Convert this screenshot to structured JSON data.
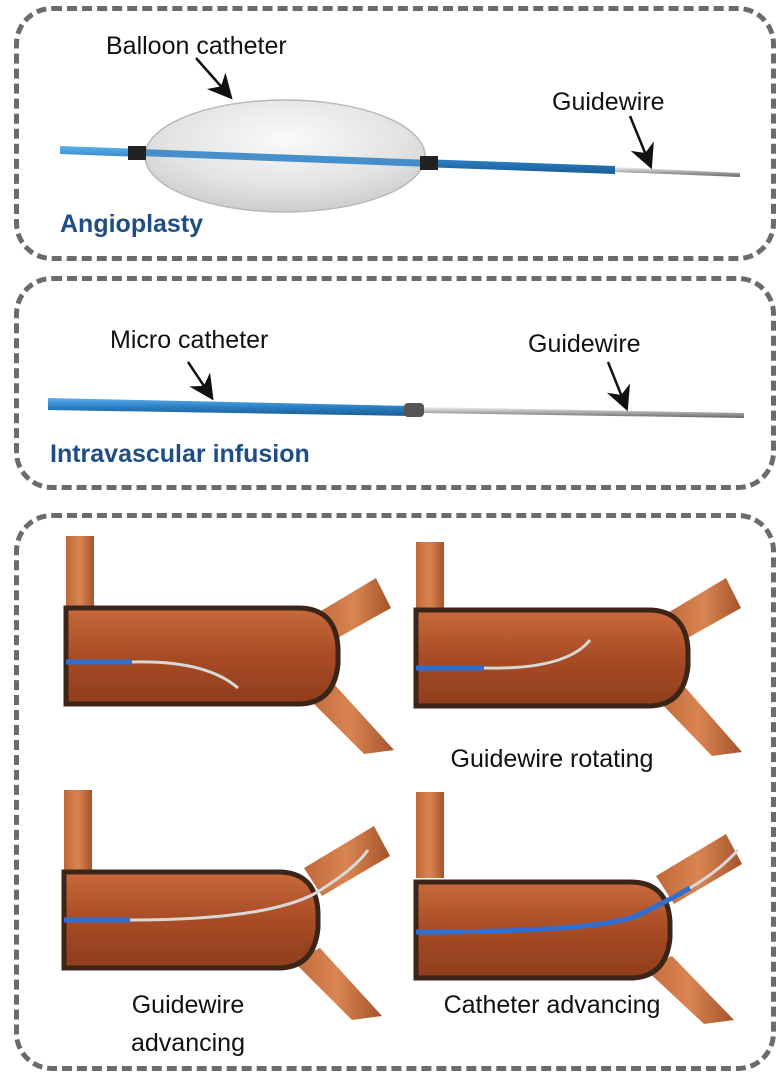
{
  "colors": {
    "frame": "#6b6b6b",
    "title_text": "#1f4e86",
    "catheter_blue": "#2a7fc4",
    "guidewire_gray": "#bfbfbf",
    "vessel_fill": "#b0512a",
    "vessel_outline": "#3b2418",
    "branch_fill": "#b8602f",
    "balloon_fill": "#e6e6e6"
  },
  "panel_angioplasty": {
    "title": "Angioplasty",
    "balloon_label": "Balloon catheter",
    "guidewire_label": "Guidewire"
  },
  "panel_infusion": {
    "title": "Intravascular infusion",
    "catheter_label": "Micro catheter",
    "guidewire_label": "Guidewire"
  },
  "panel_steps": {
    "step_rotating": "Guidewire rotating",
    "step_guidewire_advancing": "Guidewire advancing",
    "step_catheter_advancing": "Catheter advancing"
  },
  "icons": {
    "arrow": "black-pointer-arrow",
    "vessel": "blood-vessel-branch"
  }
}
